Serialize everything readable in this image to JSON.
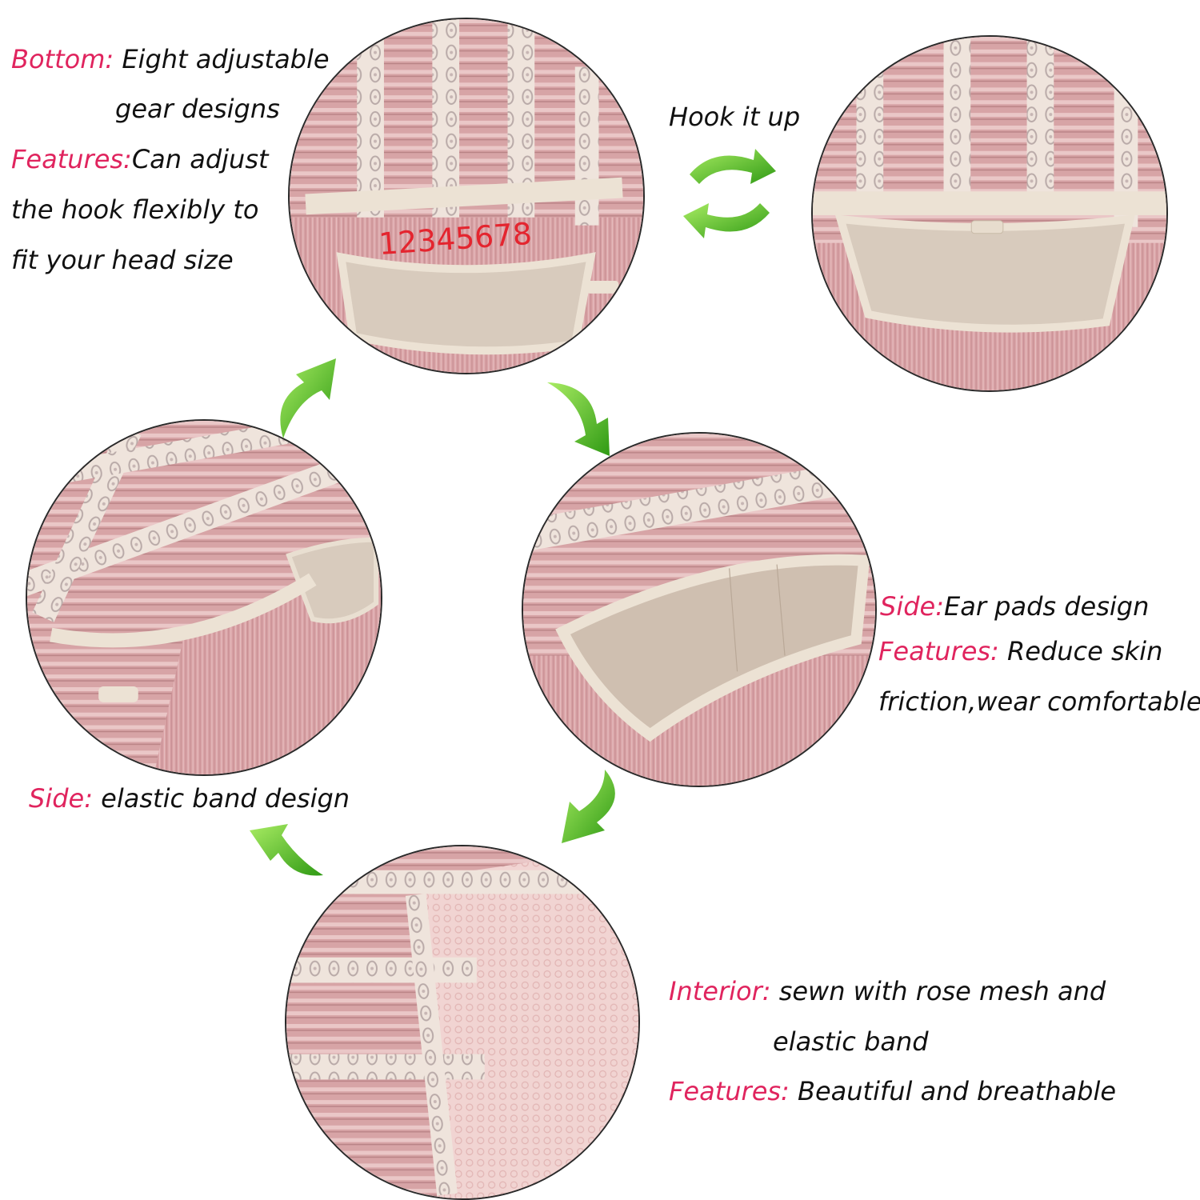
{
  "panels": {
    "bottom": {
      "label": "Bottom:",
      "text_line1": " Eight adjustable",
      "text_line2": "gear designs",
      "features_label": "Features:",
      "features_line1": "Can adjust",
      "features_line2": "the hook flexibly to",
      "features_line3": "fit your head size",
      "gear_numbers": "12345678"
    },
    "hook": {
      "caption": "Hook it up"
    },
    "side_ear": {
      "label": "Side:",
      "text": "Ear pads design",
      "features_label": "Features:",
      "features_line1": " Reduce skin",
      "features_line2": "friction,wear comfortable"
    },
    "side_elastic": {
      "label": "Side:",
      "text": " elastic band design"
    },
    "interior": {
      "label": "Interior:",
      "text_line1": " sewn with rose mesh and",
      "text_line2": "elastic band",
      "features_label": "Features:",
      "features_line1": " Beautiful and breathable"
    }
  },
  "icons": {
    "swap": "swap-arrows-icon",
    "curved_arrow": "curved-arrow-icon"
  },
  "colors": {
    "label_accent": "#e0245e",
    "body_text": "#111111",
    "arrow_green": "#3aa51a",
    "hair_pink": "#d9a3a6",
    "lace_cream": "#efe4dc",
    "ear_pad": "#d8cbbd"
  }
}
